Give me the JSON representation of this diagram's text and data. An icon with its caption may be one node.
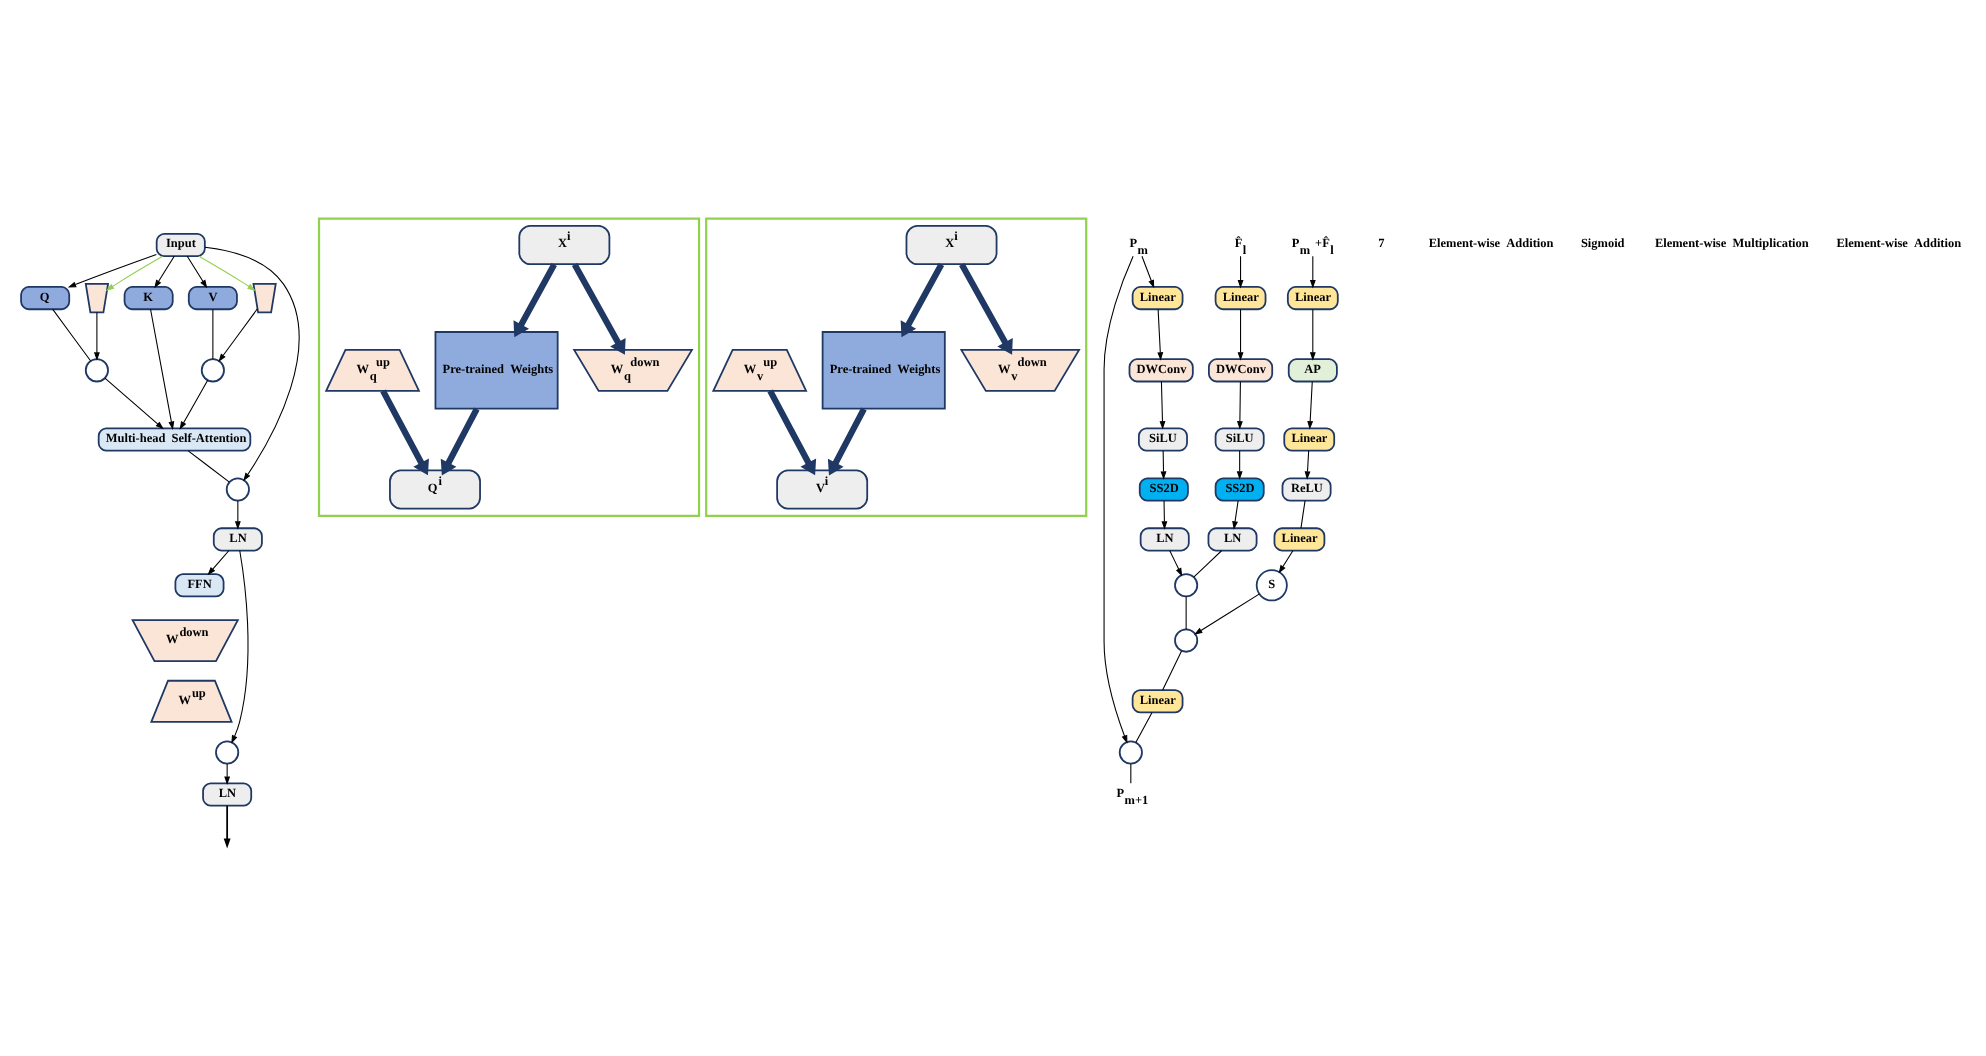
{
  "diagram": {
    "nodes": [
      {
        "text": [
          "Input"
        ]
      },
      {
        "text": [
          "Q"
        ]
      },
      {
        "text": [],
        "shape": "hourglass"
      },
      {
        "text": [
          "K"
        ]
      },
      {
        "text": [
          "V"
        ]
      },
      {
        "text": [],
        "shape": "hourglass"
      },
      {
        "text": [],
        "shape": "circle"
      },
      {
        "text": [],
        "shape": "circle"
      },
      {
        "text": [
          "Multi-head Self-Attention"
        ]
      },
      {
        "text": [],
        "shape": "circle"
      },
      {
        "text": [
          "LN"
        ]
      },
      {
        "text": [
          "FFN"
        ]
      },
      {
        "text": [
          "W$^{down}$"
        ]
      },
      {
        "text": [
          "W$^{up}$"
        ]
      },
      {
        "text": [],
        "shape": "circle"
      },
      {
        "text": [
          "LN"
        ]
      },
      {
        "text": [],
        "shape": "box"
      },
      {
        "text": [
          "X$^{i}$"
        ],
        "in": 16
      },
      {
        "text": [
          "Pre-trained Weights"
        ],
        "in": 16
      },
      {
        "text": [
          "W$_{q}$$^{down}$"
        ],
        "in": 16
      },
      {
        "text": [
          "W$_{q}$$^{up}$"
        ],
        "in": 16
      },
      {
        "text": [
          "Q$^{i}$"
        ],
        "in": 16
      },
      {
        "text": [],
        "shape": "box"
      },
      {
        "text": [
          "X$^{i}$"
        ],
        "in": 22
      },
      {
        "text": [
          "Pre-trained Weights"
        ],
        "in": 22
      },
      {
        "text": [
          "W$_{v}$$^{down}$"
        ],
        "in": 22
      },
      {
        "text": [
          "W$_{v}$$^{up}$"
        ],
        "in": 22
      },
      {
        "text": [
          "V$^{i}$"
        ],
        "in": 22
      },
      {
        "text": [
          "P$_{m}$"
        ]
      },
      {
        "text": [
          "F̂$_{l}$"
        ]
      },
      {
        "text": [
          "P$_{m}$ +F̂$_{l}$"
        ]
      },
      {
        "text": [
          "Linear"
        ]
      },
      {
        "text": [
          "DWConv"
        ]
      },
      {
        "text": [
          "SiLU"
        ]
      },
      {
        "text": [
          "SS2D"
        ]
      },
      {
        "text": [
          "LN"
        ]
      },
      {
        "text": [
          "Linear"
        ]
      },
      {
        "text": [
          "DWConv"
        ]
      },
      {
        "text": [
          "SiLU"
        ]
      },
      {
        "text": [
          "SS2D"
        ]
      },
      {
        "text": [
          "LN"
        ]
      },
      {
        "text": [
          "Linear"
        ]
      },
      {
        "text": [
          "AP"
        ]
      },
      {
        "text": [
          "Linear"
        ]
      },
      {
        "text": [
          "ReLU"
        ]
      },
      {
        "text": [
          "Linear"
        ]
      },
      {
        "text": [
          "S"
        ]
      },
      {
        "text": [],
        "shape": "circle"
      },
      {
        "text": [],
        "shape": "circle"
      },
      {
        "text": [
          "Linear"
        ]
      },
      {
        "text": [],
        "shape": "circle"
      },
      {
        "text": [
          "P$_{m+1}$"
        ]
      }
    ],
    "edges": [
      {
        "from": 0,
        "to": 1,
        "arrow": "to"
      },
      {
        "from": 0,
        "to": 2,
        "arrow": "to",
        "color": "#92d050"
      },
      {
        "from": 0,
        "to": 3,
        "arrow": "to"
      },
      {
        "from": 0,
        "to": 4,
        "arrow": "to"
      },
      {
        "from": 0,
        "to": 5,
        "arrow": "to",
        "color": "#92d050"
      },
      {
        "from": 1,
        "to": 6,
        "arrow": "none"
      },
      {
        "from": 2,
        "to": 6,
        "arrow": "to"
      },
      {
        "from": 4,
        "to": 7,
        "arrow": "none"
      },
      {
        "from": 5,
        "to": 7,
        "arrow": "to"
      },
      {
        "from": 6,
        "to": 8,
        "arrow": "to"
      },
      {
        "from": 3,
        "to": 8,
        "arrow": "to"
      },
      {
        "from": 7,
        "to": 8,
        "arrow": "to"
      },
      {
        "from": 8,
        "to": 9,
        "arrow": "none"
      },
      {
        "from": 0,
        "to": 9,
        "arrow": "to"
      },
      {
        "from": 9,
        "to": 10,
        "arrow": "to"
      },
      {
        "from": 10,
        "to": 11,
        "arrow": "to"
      },
      {
        "from": 10,
        "to": 14,
        "arrow": "to"
      },
      {
        "from": 14,
        "to": 15,
        "arrow": "to"
      },
      {
        "from": 15,
        "to": null,
        "arrow": "to"
      },
      {
        "from": 17,
        "to": 18,
        "arrow": "to",
        "style": "thick",
        "color": "#1f3864"
      },
      {
        "from": 17,
        "to": 19,
        "arrow": "to",
        "style": "thick",
        "color": "#1f3864"
      },
      {
        "from": 18,
        "to": 21,
        "arrow": "to",
        "style": "thick",
        "color": "#1f3864"
      },
      {
        "from": 20,
        "to": 21,
        "arrow": "to",
        "style": "thick",
        "color": "#1f3864"
      },
      {
        "from": 23,
        "to": 24,
        "arrow": "to",
        "style": "thick",
        "color": "#1f3864"
      },
      {
        "from": 23,
        "to": 25,
        "arrow": "to",
        "style": "thick",
        "color": "#1f3864"
      },
      {
        "from": 24,
        "to": 27,
        "arrow": "to",
        "style": "thick",
        "color": "#1f3864"
      },
      {
        "from": 26,
        "to": 27,
        "arrow": "to",
        "style": "thick",
        "color": "#1f3864"
      },
      {
        "from": 28,
        "to": 31,
        "arrow": "to"
      },
      {
        "from": 29,
        "to": 36,
        "arrow": "to"
      },
      {
        "from": 30,
        "to": 41,
        "arrow": "to"
      },
      {
        "from": 31,
        "to": 32,
        "arrow": "to"
      },
      {
        "from": 32,
        "to": 33,
        "arrow": "to"
      },
      {
        "from": 33,
        "to": 34,
        "arrow": "to"
      },
      {
        "from": 34,
        "to": 35,
        "arrow": "to"
      },
      {
        "from": 36,
        "to": 37,
        "arrow": "to"
      },
      {
        "from": 37,
        "to": 38,
        "arrow": "to"
      },
      {
        "from": 38,
        "to": 39,
        "arrow": "to"
      },
      {
        "from": 39,
        "to": 40,
        "arrow": "to"
      },
      {
        "from": 41,
        "to": 42,
        "arrow": "to"
      },
      {
        "from": 42,
        "to": 43,
        "arrow": "to"
      },
      {
        "from": 43,
        "to": 44,
        "arrow": "to"
      },
      {
        "from": 44,
        "to": 45,
        "arrow": "none"
      },
      {
        "from": 45,
        "to": 46,
        "arrow": "to"
      },
      {
        "from": 35,
        "to": 47,
        "arrow": "to"
      },
      {
        "from": 40,
        "to": 47,
        "arrow": "none"
      },
      {
        "from": 47,
        "to": 48,
        "arrow": "none"
      },
      {
        "from": 46,
        "to": 48,
        "arrow": "to"
      },
      {
        "from": 48,
        "to": 49,
        "arrow": "none"
      },
      {
        "from": 49,
        "to": 50,
        "arrow": "none"
      },
      {
        "from": 28,
        "to": 50,
        "arrow": "to"
      },
      {
        "from": 50,
        "to": 51,
        "arrow": "none"
      }
    ],
    "labels": [
      "7"
    ],
    "legend": [
      {
        "text": "Element-wise Addition"
      },
      {
        "text": "Sigmoid"
      },
      {
        "text": "Element-wise Multiplication"
      },
      {
        "text": "Element-wise Addition"
      }
    ]
  }
}
